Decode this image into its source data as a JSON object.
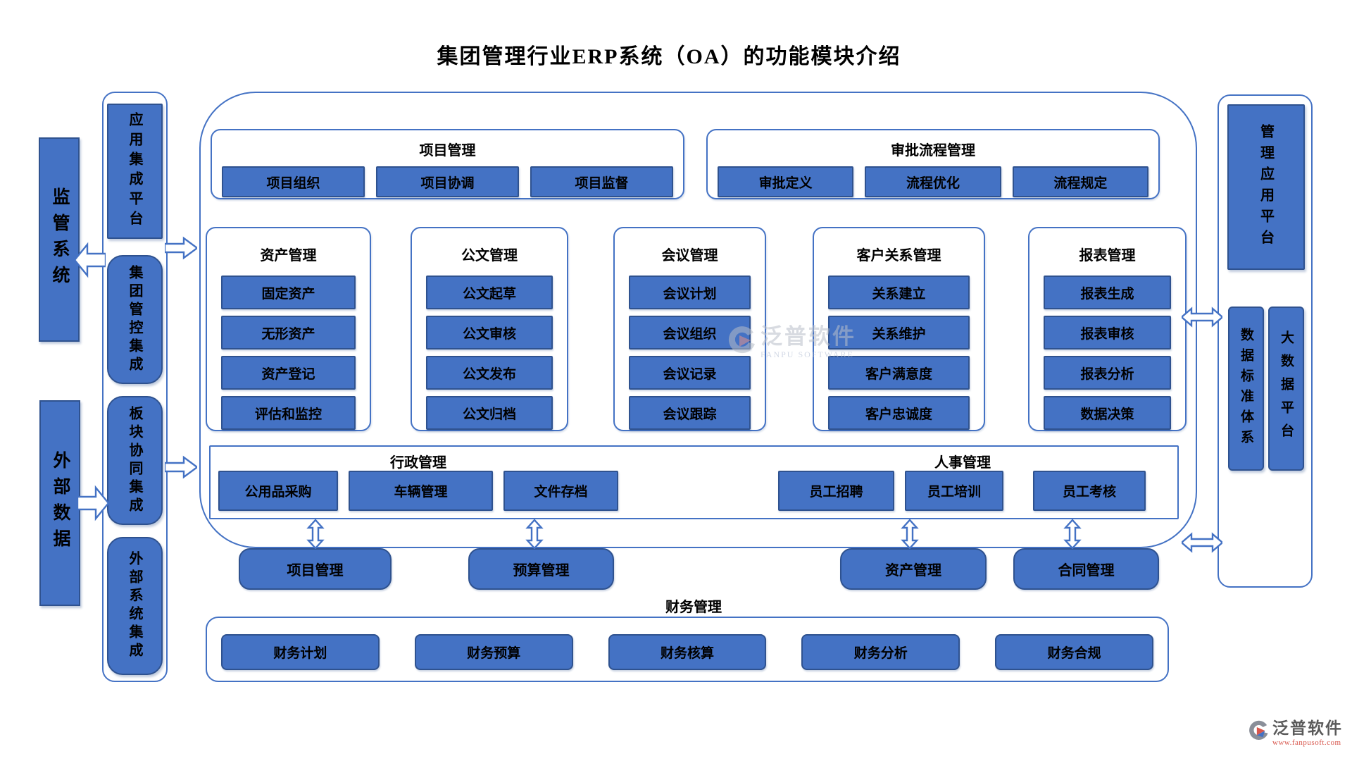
{
  "title": "集团管理行业ERP系统（OA）的功能模块介绍",
  "left_column": {
    "supervision": "监管系统",
    "external_data": "外部数据"
  },
  "integration_column": {
    "items": [
      "应用集成平台",
      "集团管控集成",
      "板块协同集成",
      "外部系统集成"
    ]
  },
  "top_groups": [
    {
      "title": "项目管理",
      "items": [
        "项目组织",
        "项目协调",
        "项目监督"
      ]
    },
    {
      "title": "审批流程管理",
      "items": [
        "审批定义",
        "流程优化",
        "流程规定"
      ]
    }
  ],
  "middle_groups": [
    {
      "title": "资产管理",
      "items": [
        "固定资产",
        "无形资产",
        "资产登记",
        "评估和监控"
      ]
    },
    {
      "title": "公文管理",
      "items": [
        "公文起草",
        "公文审核",
        "公文发布",
        "公文归档"
      ]
    },
    {
      "title": "会议管理",
      "items": [
        "会议计划",
        "会议组织",
        "会议记录",
        "会议跟踪"
      ]
    },
    {
      "title": "客户关系管理",
      "items": [
        "关系建立",
        "关系维护",
        "客户满意度",
        "客户忠诚度"
      ]
    },
    {
      "title": "报表管理",
      "items": [
        "报表生成",
        "报表审核",
        "报表分析",
        "数据决策"
      ]
    }
  ],
  "band": {
    "admin": {
      "title": "行政管理",
      "items": [
        "公用品采购",
        "车辆管理",
        "文件存档"
      ]
    },
    "hr": {
      "title": "人事管理",
      "items": [
        "员工招聘",
        "员工培训",
        "员工考核"
      ]
    }
  },
  "linked_modules": [
    "项目管理",
    "预算管理",
    "资产管理",
    "合同管理"
  ],
  "finance": {
    "title": "财务管理",
    "items": [
      "财务计划",
      "财务预算",
      "财务核算",
      "财务分析",
      "财务合规"
    ]
  },
  "right_column": {
    "platform": "管理应用平台",
    "items": [
      "数据标准体系",
      "大数据平台"
    ]
  },
  "watermark": {
    "text": "泛普软件",
    "subtext": "FANPU SOFTWARE"
  },
  "footer_logo": {
    "brand": "泛普软件",
    "url": "www.fanpusoft.com"
  },
  "colors": {
    "button_fill": "#4472C4",
    "button_border": "#2F528F",
    "outline": "#4472C4",
    "url_red": "#d8564c"
  }
}
